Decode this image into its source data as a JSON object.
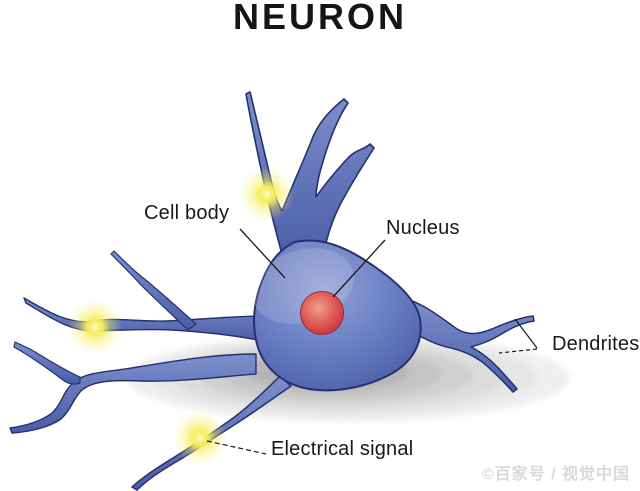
{
  "title": "NEURON",
  "labels": {
    "cell_body": "Cell body",
    "nucleus": "Nucleus",
    "dendrites": "Dendrites",
    "electrical_signal": "Electrical signal"
  },
  "watermark": "©百家号 / 视觉中国",
  "colors": {
    "background": "#ffffff",
    "neuron_fill": "#5d72b8",
    "neuron_fill_light": "#93a3d8",
    "neuron_outline": "#25316e",
    "nucleus_fill": "#cc3c46",
    "nucleus_highlight": "#ef9f92",
    "signal_glow": "#f6ee5c",
    "shadow_gray": "#9e9e9e",
    "label_text": "#191919",
    "watermark_gray": "#d9d9d9"
  }
}
